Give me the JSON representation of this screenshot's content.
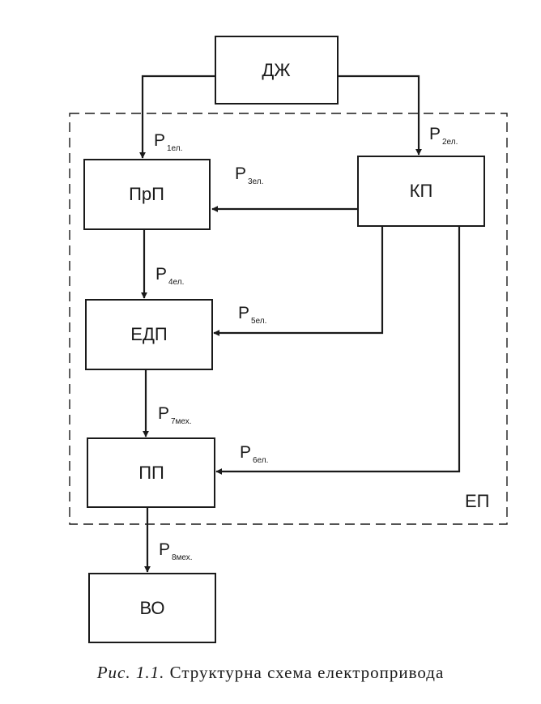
{
  "blocks": {
    "dzh": "ДЖ",
    "prp": "ПрП",
    "kp": "КП",
    "edp": "ЕДП",
    "pp": "ПП",
    "vo": "ВО"
  },
  "group_label": "ЕП",
  "flows": {
    "p1": {
      "main": "P",
      "sub": "1ел."
    },
    "p2": {
      "main": "P",
      "sub": "2ел."
    },
    "p3": {
      "main": "P",
      "sub": "3ел."
    },
    "p4": {
      "main": "P",
      "sub": "4ел."
    },
    "p5": {
      "main": "P",
      "sub": "5ел."
    },
    "p6": {
      "main": "P",
      "sub": "6ел."
    },
    "p7": {
      "main": "P",
      "sub": "7мех."
    },
    "p8": {
      "main": "P",
      "sub": "8мех."
    }
  },
  "caption": {
    "lead": "Рис. 1.1.",
    "text": "Структурна схема електропривода"
  }
}
